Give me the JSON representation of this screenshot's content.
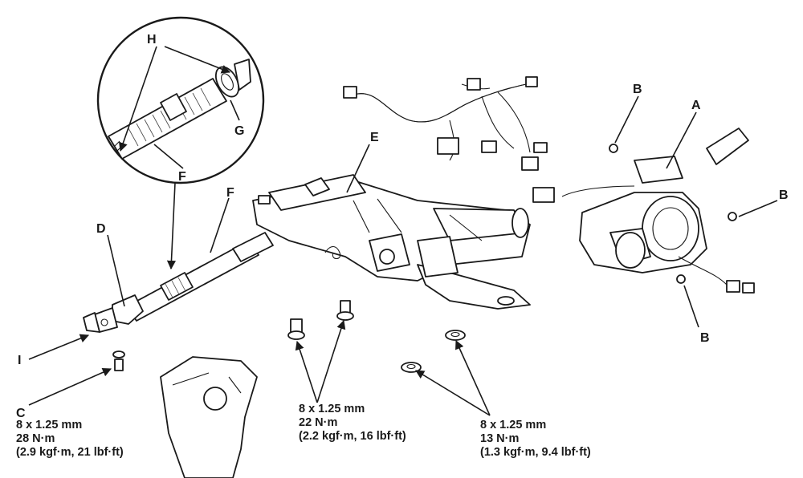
{
  "labels": {
    "A": "A",
    "B1": "B",
    "B2": "B",
    "B3": "B",
    "C": "C",
    "D": "D",
    "E": "E",
    "F1": "F",
    "F2": "F",
    "G": "G",
    "H": "H",
    "I": "I"
  },
  "specs": {
    "c": {
      "size": "8 x 1.25 mm",
      "torque": "28 N·m",
      "alt": "(2.9 kgf·m, 21 lbf·ft)"
    },
    "middle": {
      "size": "8 x 1.25 mm",
      "torque": "22 N·m",
      "alt": "(2.2 kgf·m, 16 lbf·ft)"
    },
    "right": {
      "size": "8 x 1.25 mm",
      "torque": "13 N·m",
      "alt": "(1.3 kgf·m, 9.4 lbf·ft)"
    }
  }
}
